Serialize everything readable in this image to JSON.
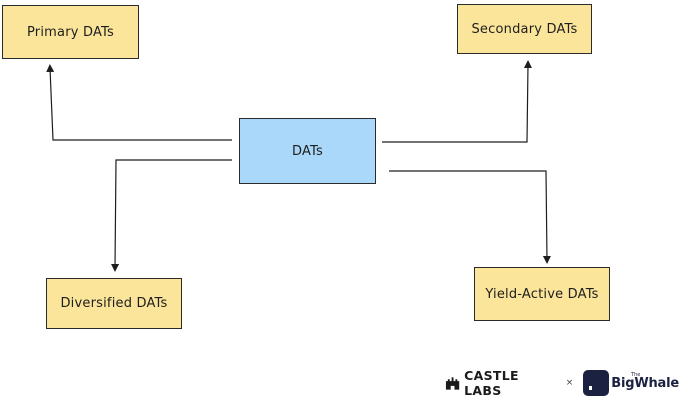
{
  "diagram": {
    "center": {
      "label": "DATs",
      "fill": "#a9d8fb"
    },
    "nodes": {
      "primary": {
        "label": "Primary DATs",
        "fill": "#fbe59a"
      },
      "secondary": {
        "label": "Secondary DATs",
        "fill": "#fbe59a"
      },
      "diversified": {
        "label": "Diversified DATs",
        "fill": "#fbe59a"
      },
      "yield_active": {
        "label": "Yield-Active DATs",
        "fill": "#fbe59a"
      }
    }
  },
  "footer": {
    "brand1": "CASTLE LABS",
    "separator": "×",
    "brand2_prefix": "The",
    "brand2": "BigWhale",
    "brand1_icon": "castle-icon",
    "brand2_icon": "whale-square-icon"
  }
}
